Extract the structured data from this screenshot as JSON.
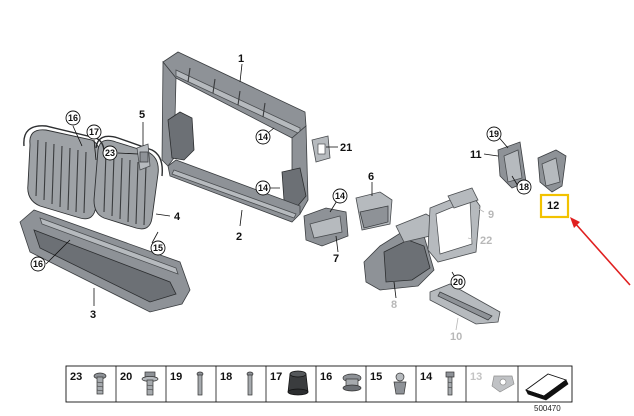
{
  "diagram": {
    "part_labels": [
      {
        "id": "p1",
        "text": "1"
      },
      {
        "id": "p2",
        "text": "2"
      },
      {
        "id": "p3",
        "text": "3"
      },
      {
        "id": "p4",
        "text": "4"
      },
      {
        "id": "p5",
        "text": "5"
      },
      {
        "id": "p6",
        "text": "6"
      },
      {
        "id": "p7",
        "text": "7"
      },
      {
        "id": "p8",
        "text": "8"
      },
      {
        "id": "p9",
        "text": "9"
      },
      {
        "id": "p10",
        "text": "10"
      },
      {
        "id": "p11",
        "text": "11"
      },
      {
        "id": "p12",
        "text": "12"
      },
      {
        "id": "p21",
        "text": "21"
      },
      {
        "id": "p22",
        "text": "22"
      }
    ],
    "callouts": [
      {
        "id": "c16a",
        "text": "16"
      },
      {
        "id": "c17",
        "text": "17"
      },
      {
        "id": "c23",
        "text": "23"
      },
      {
        "id": "c14a",
        "text": "14"
      },
      {
        "id": "c14b",
        "text": "14"
      },
      {
        "id": "c14c",
        "text": "14"
      },
      {
        "id": "c15",
        "text": "15"
      },
      {
        "id": "c16b",
        "text": "16"
      },
      {
        "id": "c19",
        "text": "19"
      },
      {
        "id": "c18",
        "text": "18"
      },
      {
        "id": "c20",
        "text": "20"
      }
    ],
    "highlight": {
      "label": "12",
      "box_color": "#f2c200",
      "arrow_color": "#e02020"
    }
  },
  "fastener_strip": {
    "items": [
      {
        "number": "23",
        "icon": "bolt-icon"
      },
      {
        "number": "20",
        "icon": "screw-washer-icon"
      },
      {
        "number": "19",
        "icon": "pin-icon"
      },
      {
        "number": "18",
        "icon": "pin-icon"
      },
      {
        "number": "17",
        "icon": "rubber-mount-icon"
      },
      {
        "number": "16",
        "icon": "expanding-nut-icon"
      },
      {
        "number": "15",
        "icon": "clip-icon"
      },
      {
        "number": "14",
        "icon": "screw-icon"
      },
      {
        "number": "13",
        "icon": "clip-nut-icon",
        "dimmed": true
      },
      {
        "number": "",
        "icon": "gasket-icon"
      }
    ],
    "doc_number": "500470"
  }
}
